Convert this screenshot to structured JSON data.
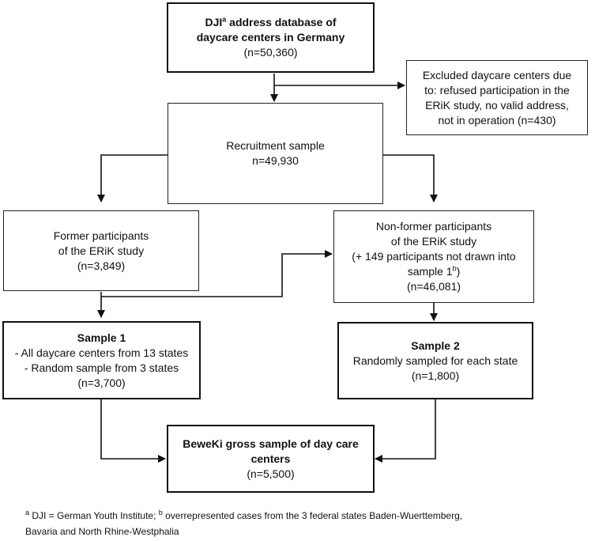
{
  "boxes": {
    "source": {
      "name_pre": "DJI",
      "name_sup": "a",
      "name_post": " address database of",
      "line2": "daycare centers in Germany",
      "count": "(n=50,360)"
    },
    "excluded": {
      "line1": "Excluded daycare centers due",
      "line2": "to: refused participation in the",
      "line3": "ERiK study, no valid address,",
      "line4": "not in operation (n=430)"
    },
    "recruitment": {
      "line1": "Recruitment sample",
      "line2": "n=49,930"
    },
    "former": {
      "line1": "Former participants",
      "line2": "of the ERiK study",
      "line3": "(n=3,849)"
    },
    "nonformer": {
      "line1": "Non-former participants",
      "line2": "of the ERiK study",
      "line3": "(+ 149 participants not drawn into",
      "line4_pre": "sample 1",
      "line4_sup": "b",
      "line4_post": ")",
      "line5": "(n=46,081)"
    },
    "sample1": {
      "title": "Sample 1",
      "line1": "- All daycare centers from 13 states",
      "line2": "- Random sample from 3 states",
      "count": "(n=3,700)"
    },
    "sample2": {
      "title": "Sample 2",
      "line1": "Randomly sampled for each state",
      "count": "(n=1,800)"
    },
    "final": {
      "title_line1": "BeweKi gross sample of day care",
      "title_line2": "centers",
      "count": "(n=5,500)"
    }
  },
  "footnote": {
    "sup_a": "a",
    "text_a": " DJI = German Youth Institute; ",
    "sup_b": "b",
    "text_b": " overrepresented cases from the 3 federal states Baden-Wuerttemberg,",
    "line2": "Bavaria and North Rhine-Westphalia"
  }
}
